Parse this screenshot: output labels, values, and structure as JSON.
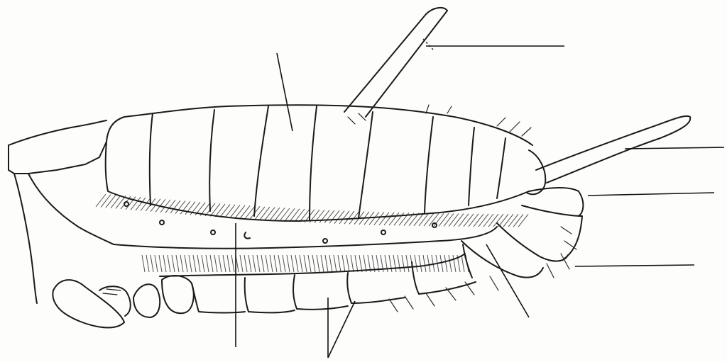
{
  "diagram": {
    "subject": "insect-abdomen-lateral-view",
    "ink_color": "#1a1a1a",
    "paper_color": "#fdfdfc",
    "label_lines": [
      {
        "id": "tergum",
        "text": ""
      },
      {
        "id": "ovipositor-dorsal-appendage",
        "text": ""
      },
      {
        "id": "cercus",
        "text": ""
      },
      {
        "id": "paraproct",
        "text": ""
      },
      {
        "id": "subgenital-plate",
        "text": ""
      },
      {
        "id": "spiracle-area",
        "text": ""
      },
      {
        "id": "pleural-membrane",
        "text": ""
      },
      {
        "id": "sternum",
        "text": ""
      }
    ]
  }
}
